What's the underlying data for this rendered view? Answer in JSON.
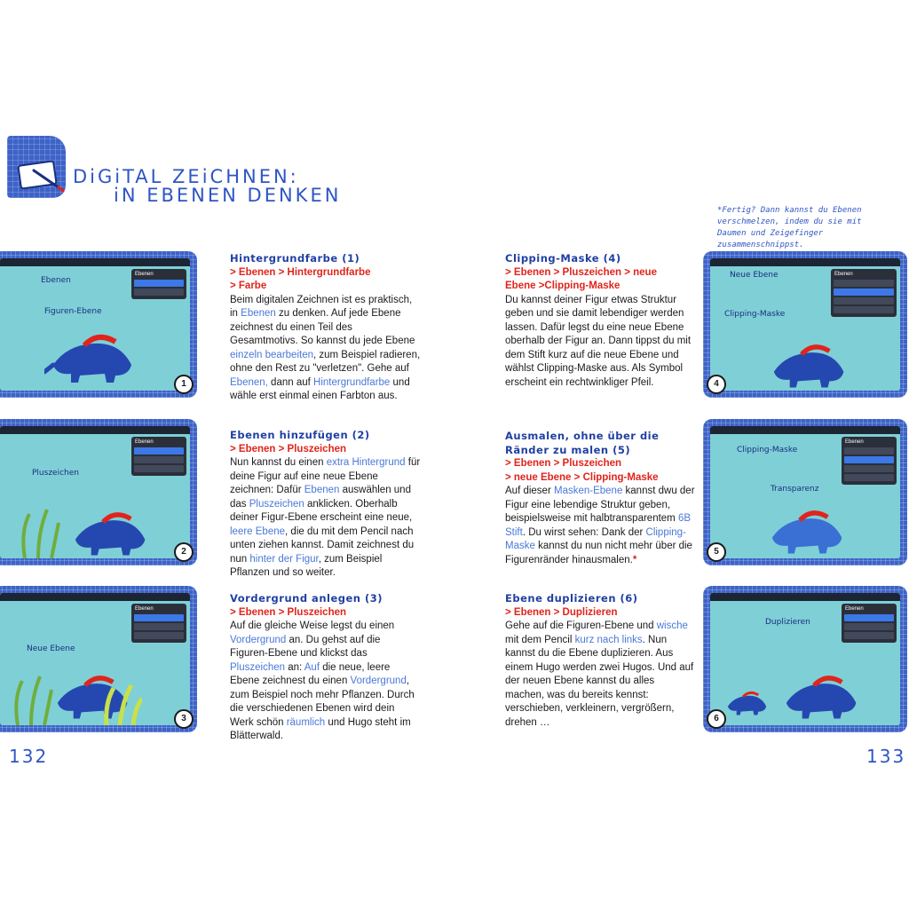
{
  "title": {
    "line1": "DiGiTAL ZEiCHNEN:",
    "line2": "iN EBENEN DENKEN"
  },
  "side_note": "*Fertig? Dann kannst du Ebenen verschmelzen, indem du sie mit Daumen und Zeigefinger zusammenschnippst.",
  "page_numbers": {
    "left": "132",
    "right": "133"
  },
  "colors": {
    "accent_blue": "#2f55c4",
    "path_red": "#e0241c",
    "keyword_blue": "#4a78d8",
    "screen_bg": "#7fcfd6"
  },
  "screenshots": [
    {
      "number": "1",
      "labels": [
        "Ebenen",
        "Figuren-Ebene"
      ],
      "panel_title": "Ebenen"
    },
    {
      "number": "2",
      "labels": [
        "Pluszeichen"
      ],
      "panel_title": "Ebenen"
    },
    {
      "number": "3",
      "labels": [
        "Neue Ebene"
      ],
      "panel_title": "Ebenen"
    },
    {
      "number": "4",
      "labels": [
        "Neue Ebene",
        "Clipping-Maske"
      ],
      "panel_title": "Ebenen"
    },
    {
      "number": "5",
      "labels": [
        "Clipping-Maske",
        "Transparenz"
      ],
      "panel_title": "Ebenen"
    },
    {
      "number": "6",
      "labels": [
        "Duplizieren"
      ],
      "panel_title": "Ebenen"
    }
  ],
  "sections": [
    {
      "heading": "Hintergrundfarbe (1)",
      "path": [
        "> Ebenen > Hintergrundfarbe",
        "> Farbe"
      ],
      "body": [
        {
          "t": "Beim digitalen Zeichnen ist es praktisch, "
        },
        {
          "t": "in "
        },
        {
          "k": "Ebenen"
        },
        {
          "t": " zu denken. Auf jede Ebene zeichnest du einen Teil des Gesamtmotivs. So kannst du jede Ebene "
        },
        {
          "k": "einzeln bearbeiten"
        },
        {
          "t": ", zum Beispiel radieren, ohne den Rest zu \"verletzen\". Gehe auf "
        },
        {
          "k": "Ebenen,"
        },
        {
          "t": " dann auf "
        },
        {
          "k": "Hintergrundfarbe"
        },
        {
          "t": " und wähle erst einmal einen Farbton aus."
        }
      ]
    },
    {
      "heading": "Ebenen hinzufügen (2)",
      "path": [
        "> Ebenen > Pluszeichen"
      ],
      "body": [
        {
          "t": "Nun kannst du einen "
        },
        {
          "k": "extra Hintergrund"
        },
        {
          "t": " für deine Figur auf eine neue Ebene zeichnen: Dafür "
        },
        {
          "k": "Ebenen"
        },
        {
          "t": " auswählen und das "
        },
        {
          "k": "Pluszeichen"
        },
        {
          "t": " anklicken. Oberhalb deiner Figur-Ebene erscheint eine neue, "
        },
        {
          "k": "leere Ebene"
        },
        {
          "t": ", die du mit dem Pencil nach unten ziehen kannst. Damit zeichnest du nun "
        },
        {
          "k": "hinter der Figur"
        },
        {
          "t": ", zum Beispiel Pflanzen und so weiter."
        }
      ]
    },
    {
      "heading": "Vordergrund anlegen (3)",
      "path": [
        "> Ebenen > Pluszeichen"
      ],
      "body": [
        {
          "t": "Auf die gleiche Weise legst du einen "
        },
        {
          "k": "Vordergrund"
        },
        {
          "t": " an. Du gehst auf die Figuren-Ebene und klickst das "
        },
        {
          "k": "Pluszeichen"
        },
        {
          "t": " an: "
        },
        {
          "k": "Auf"
        },
        {
          "t": " die neue, leere Ebene zeichnest du einen "
        },
        {
          "k": "Vordergrund"
        },
        {
          "t": ", zum Beispiel noch mehr Pflanzen. Durch die verschiedenen Ebenen wird dein Werk schön "
        },
        {
          "k": "räumlich"
        },
        {
          "t": " und Hugo steht im Blätterwald."
        }
      ]
    },
    {
      "heading": "Clipping-Maske (4)",
      "path": [
        "> Ebenen > Pluszeichen > neue",
        "Ebene >Clipping-Maske"
      ],
      "body": [
        {
          "t": "Du kannst deiner Figur etwas Struktur geben und sie damit lebendiger werden lassen. Dafür legst du eine neue Ebene oberhalb der Figur an. Dann tippst du mit dem Stift kurz auf die neue Ebene und wählst Clipping-Maske aus. Als Symbol erscheint ein rechtwinkliger Pfeil."
        }
      ]
    },
    {
      "heading": "Ausmalen, ohne über die Ränder zu malen (5)",
      "path": [
        "> Ebenen > Pluszeichen",
        "> neue Ebene > Clipping-Maske"
      ],
      "body": [
        {
          "t": "Auf dieser "
        },
        {
          "k": "Masken-Ebene"
        },
        {
          "t": " kannst dwu der Figur eine lebendige Struktur geben, beispielsweise mit halbtransparentem "
        },
        {
          "k": "6B Stift"
        },
        {
          "t": ". Du wirst sehen: Dank der "
        },
        {
          "k": "Clipping-Maske"
        },
        {
          "t": " kannst du nun nicht mehr über die Figurenränder hinausmalen."
        },
        {
          "p": "*"
        }
      ]
    },
    {
      "heading": "Ebene duplizieren (6)",
      "path": [
        "> Ebenen > Duplizieren"
      ],
      "body": [
        {
          "t": "Gehe auf die Figuren-Ebene und "
        },
        {
          "k": "wische"
        },
        {
          "t": " mit dem Pencil "
        },
        {
          "k": "kurz nach links"
        },
        {
          "t": ". Nun kannst du die Ebene duplizieren. Aus einem Hugo werden zwei Hugos. Und auf der neuen Ebene kannst du alles machen, was du bereits kennst: verschieben, verkleinern, vergrößern, drehen …"
        }
      ]
    }
  ]
}
